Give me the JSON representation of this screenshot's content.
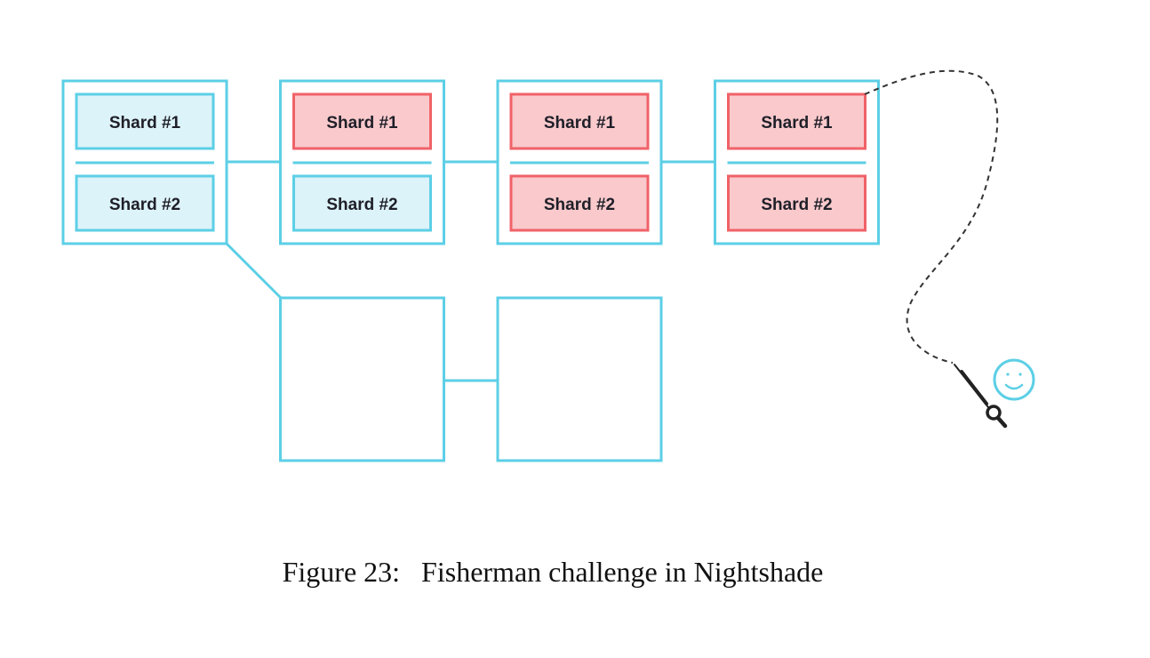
{
  "blocks": [
    {
      "shards": [
        {
          "label": "Shard #1",
          "status": "valid"
        },
        {
          "label": "Shard #2",
          "status": "valid"
        }
      ]
    },
    {
      "shards": [
        {
          "label": "Shard #1",
          "status": "invalid"
        },
        {
          "label": "Shard #2",
          "status": "valid"
        }
      ]
    },
    {
      "shards": [
        {
          "label": "Shard #1",
          "status": "invalid"
        },
        {
          "label": "Shard #2",
          "status": "invalid"
        }
      ]
    },
    {
      "shards": [
        {
          "label": "Shard #1",
          "status": "invalid"
        },
        {
          "label": "Shard #2",
          "status": "invalid"
        }
      ]
    }
  ],
  "fork_blocks": 2,
  "icons": [
    "fishing-hook-icon",
    "smiley-icon"
  ],
  "colors": {
    "block_stroke": "#5ccfe6",
    "valid_fill": "#dcf3f9",
    "valid_stroke": "#5ccfe6",
    "invalid_fill": "#f9c9cc",
    "invalid_stroke": "#f06268",
    "line": "#333333"
  },
  "caption": {
    "number": "Figure 23:",
    "text": "Fisherman challenge in Nightshade"
  }
}
